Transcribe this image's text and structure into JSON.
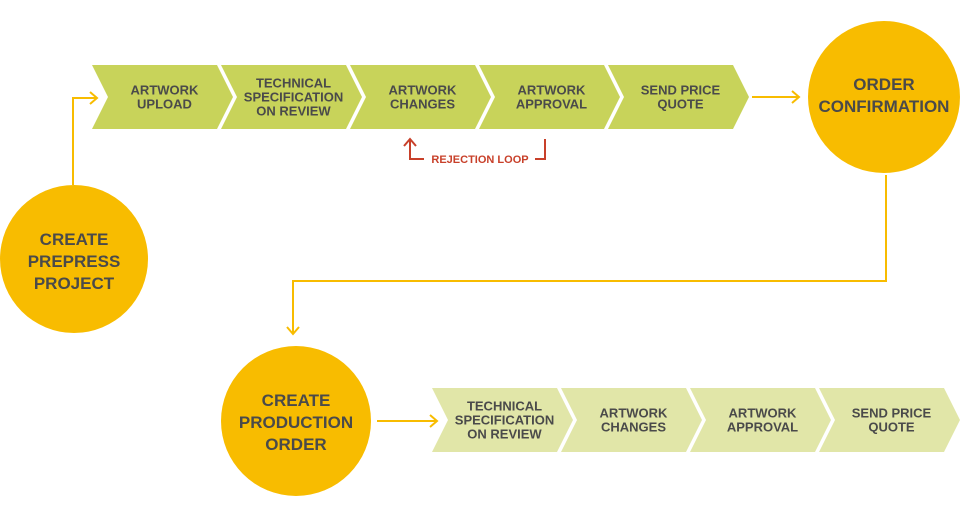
{
  "colors": {
    "circle": "#f8bc00",
    "step_primary": "#c8d35a",
    "step_secondary": "#e1e6a8",
    "connector": "#f8bc00",
    "rejection": "#c8402a",
    "text": "#4a4a4a"
  },
  "circles": {
    "create_prepress": {
      "lines": [
        "CREATE",
        "PREPRESS",
        "PROJECT"
      ]
    },
    "order_confirmation": {
      "lines": [
        "ORDER",
        "CONFIRMATION"
      ]
    },
    "create_production": {
      "lines": [
        "CREATE",
        "PRODUCTION",
        "ORDER"
      ]
    }
  },
  "prepress_steps": [
    {
      "lines": [
        "ARTWORK",
        "UPLOAD"
      ]
    },
    {
      "lines": [
        "TECHNICAL",
        "SPECIFICATION",
        "ON REVIEW"
      ]
    },
    {
      "lines": [
        "ARTWORK",
        "CHANGES"
      ]
    },
    {
      "lines": [
        "ARTWORK",
        "APPROVAL"
      ]
    },
    {
      "lines": [
        "SEND PRICE",
        "QUOTE"
      ]
    }
  ],
  "production_steps": [
    {
      "lines": [
        "TECHNICAL",
        "SPECIFICATION",
        "ON REVIEW"
      ]
    },
    {
      "lines": [
        "ARTWORK",
        "CHANGES"
      ]
    },
    {
      "lines": [
        "ARTWORK",
        "APPROVAL"
      ]
    },
    {
      "lines": [
        "SEND PRICE",
        "QUOTE"
      ]
    }
  ],
  "rejection_loop": {
    "label": "REJECTION LOOP"
  }
}
